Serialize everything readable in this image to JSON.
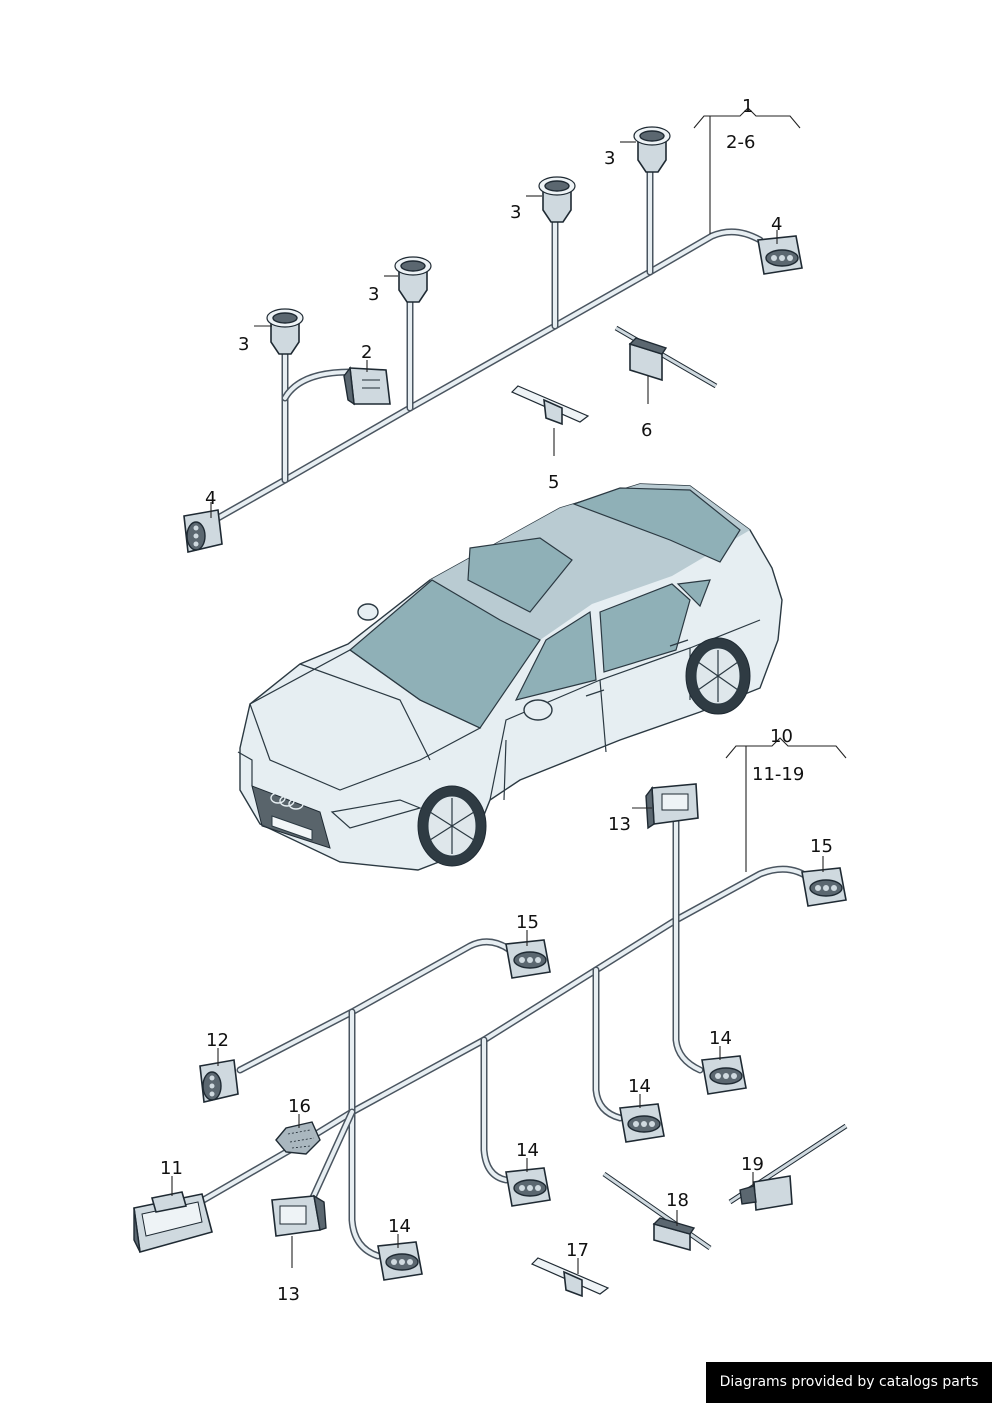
{
  "callouts": {
    "c1": "1",
    "c2_6": "2-6",
    "c2": "2",
    "c3": "3",
    "c4": "4",
    "c5": "5",
    "c6": "6",
    "c10": "10",
    "c11_19": "11-19",
    "c11": "11",
    "c12": "12",
    "c13": "13",
    "c14": "14",
    "c15": "15",
    "c16": "16",
    "c17": "17",
    "c18": "18",
    "c19": "19"
  },
  "footer": {
    "credit": "Diagrams provided by catalogs parts"
  },
  "colors": {
    "wire": "#4a5560",
    "glass": "#8fb0b7",
    "body": "#e6eef2"
  }
}
